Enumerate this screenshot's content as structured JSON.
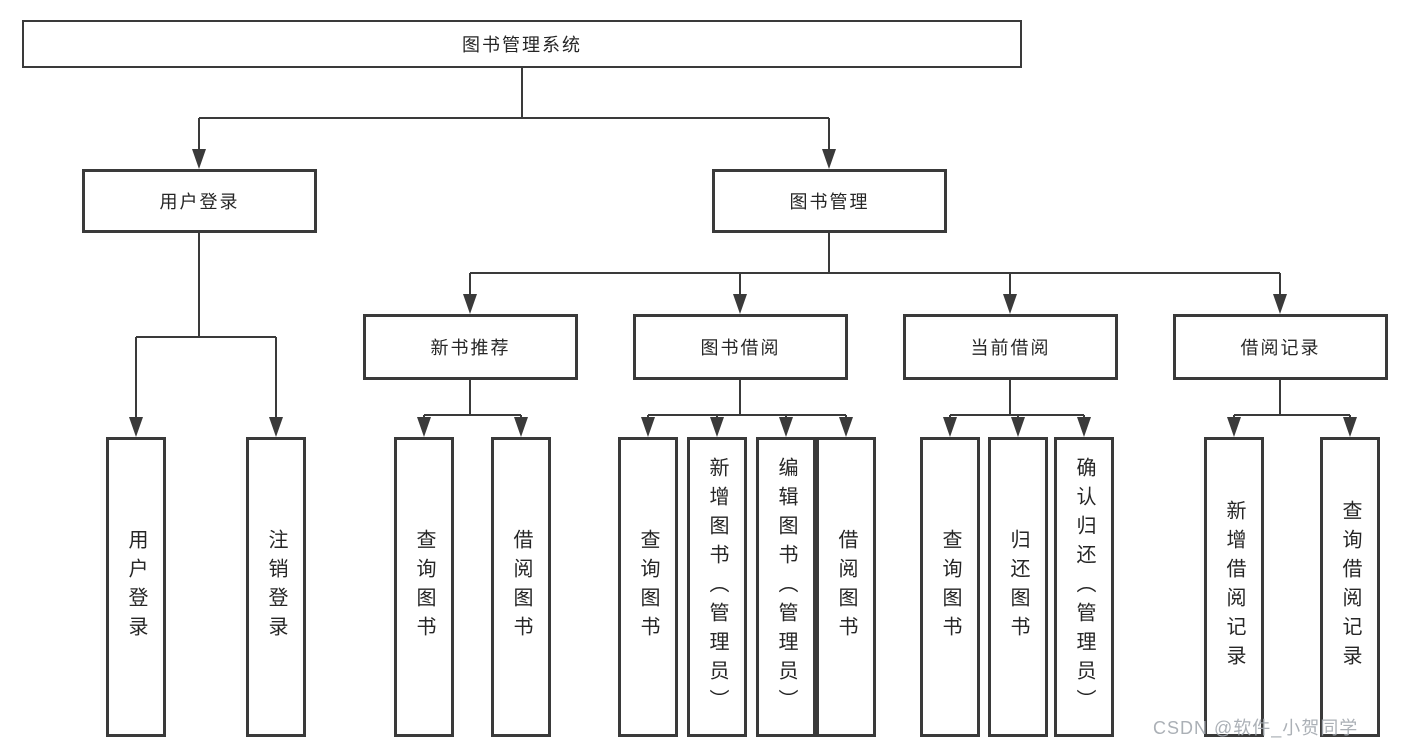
{
  "diagram": {
    "root": "图书管理系统",
    "level2": [
      "用户登录",
      "图书管理"
    ],
    "level3": [
      "新书推荐",
      "图书借阅",
      "当前借阅",
      "借阅记录"
    ],
    "leaves": {
      "login": [
        "用户登录",
        "注销登录"
      ],
      "new_books": [
        "查询图书",
        "借阅图书"
      ],
      "book_borrow": [
        "查询图书",
        "新增图书（管理员）",
        "编辑图书（管理员）",
        "借阅图书"
      ],
      "current_borrow": [
        "查询图书",
        "归还图书",
        "确认归还（管理员）"
      ],
      "borrow_records": [
        "新增借阅记录",
        "查询借阅记录"
      ]
    }
  },
  "watermark": "CSDN @软件_小贺同学",
  "colors": {
    "line": "#3a3a3a",
    "box_border": "#3a3a3a",
    "text": "#262626",
    "background": "#ffffff",
    "watermark": "#a4a9b0"
  }
}
